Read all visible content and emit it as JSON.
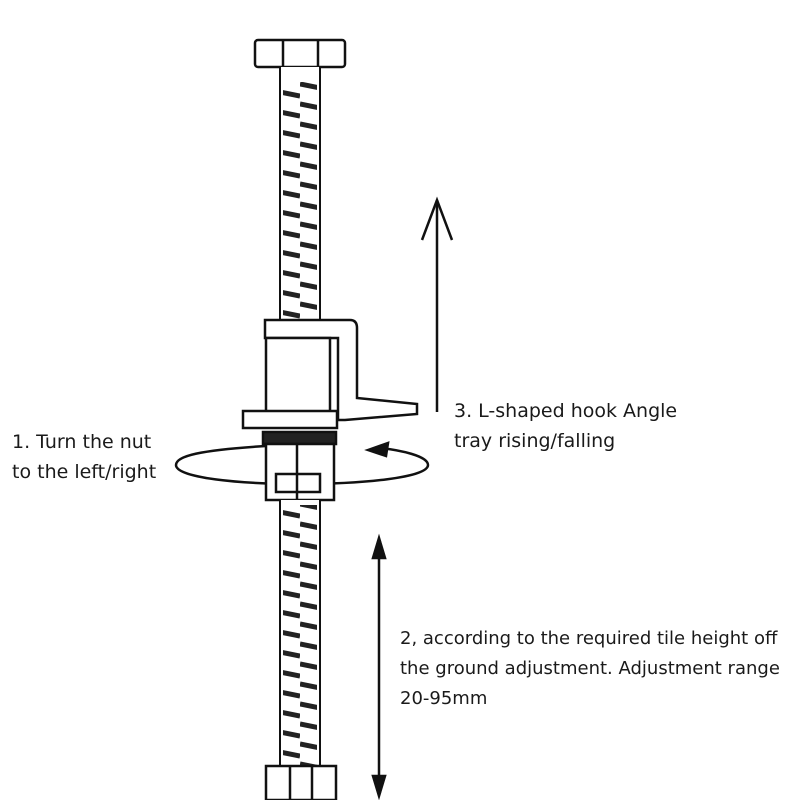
{
  "labels": {
    "step1": {
      "line1": "1. Turn the nut",
      "line2": "to the left/right"
    },
    "step2": {
      "line1": "2, according to the required tile height off",
      "line2": "the ground adjustment. Adjustment range",
      "line3": "20-95mm"
    },
    "step3": {
      "line1": "3. L-shaped hook Angle",
      "line2": "tray rising/falling"
    }
  }
}
